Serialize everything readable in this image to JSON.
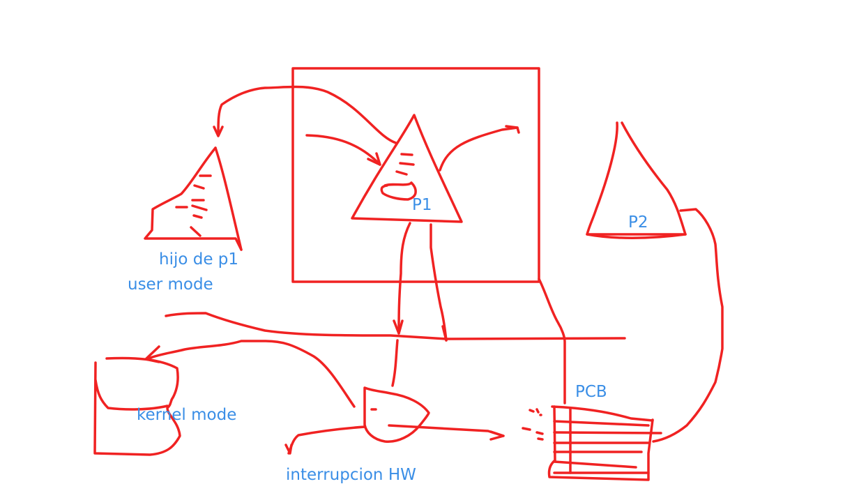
{
  "colors": {
    "ink": "#f02222",
    "text": "#3a8ee6",
    "background": "#ffffff"
  },
  "labels": {
    "p1": "P1",
    "p2": "P2",
    "child": "hijo de p1",
    "user_mode": "user mode",
    "kernel_mode": "kernel mode",
    "hw_interrupt": "interrupcion HW",
    "pcb": "PCB"
  }
}
